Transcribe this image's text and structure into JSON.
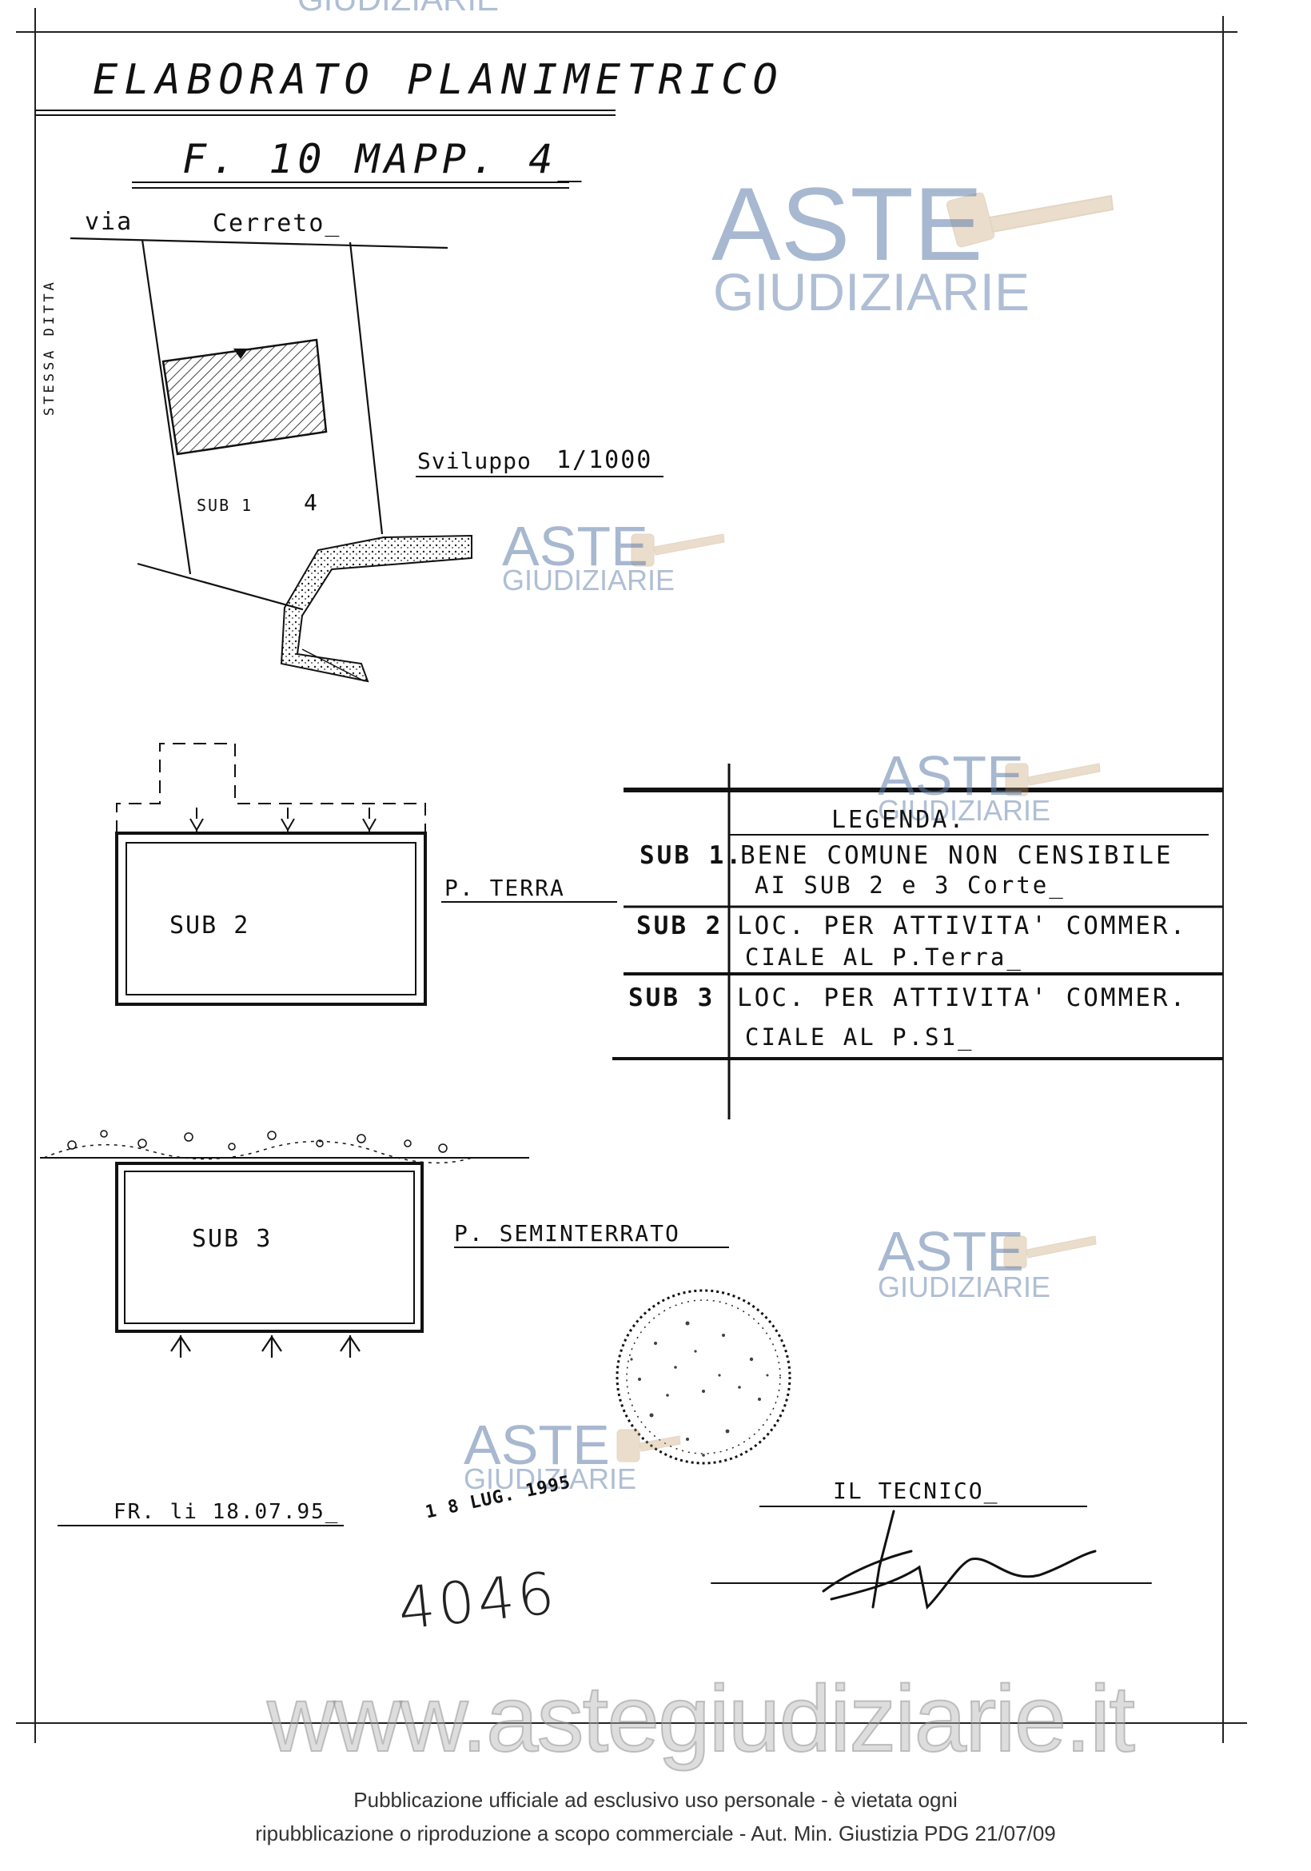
{
  "watermark": {
    "top_cut": "GIUDIZIARIE",
    "brand_top": "ASTE",
    "brand_bottom": "GIUDIZIARIE",
    "url": "www.astegiudiziarie.it"
  },
  "header": {
    "title": "ELABORATO   PLANIMETRICO",
    "subtitle": "F. 10  MAPP. 4_"
  },
  "site_plan": {
    "street_prefix": "via",
    "street_name": "Cerreto_",
    "side_label": "STESSA  DITTA",
    "sub_label": "SUB 1",
    "parcel_number": "4",
    "scale_label": "Sviluppo",
    "scale_value": "1/1000"
  },
  "ground_floor": {
    "unit_label": "SUB  2",
    "floor_label": "P. TERRA"
  },
  "basement": {
    "unit_label": "SUB  3",
    "floor_label": "P. SEMINTERRATO"
  },
  "legend": {
    "title": "LEGENDA.",
    "rows": [
      {
        "sub": "SUB 1.",
        "line1": "BENE  COMUNE  NON  CENSIBILE",
        "line2": "AI  SUB  2 e 3  Corte_"
      },
      {
        "sub": "SUB 2",
        "line1": "LOC.  PER  ATTIVITA'  COMMER.",
        "line2": "CIALE   AL   P.Terra_"
      },
      {
        "sub": "SUB  3",
        "line1": "LOC.  PER  ATTIVITA'  COMMER.",
        "line2": "CIALE  AL  P.S1_"
      }
    ]
  },
  "footer": {
    "place_date": "FR. li  18.07.95_",
    "stamp_date": "1 8 LUG. 1995",
    "technician_label": "IL  TECNICO_",
    "handwritten_number": "4046",
    "notice_line1": "Pubblicazione ufficiale ad esclusivo uso personale - è vietata ogni",
    "notice_line2": "ripubblicazione o riproduzione a scopo commerciale - Aut. Min. Giustizia PDG 21/07/09"
  }
}
